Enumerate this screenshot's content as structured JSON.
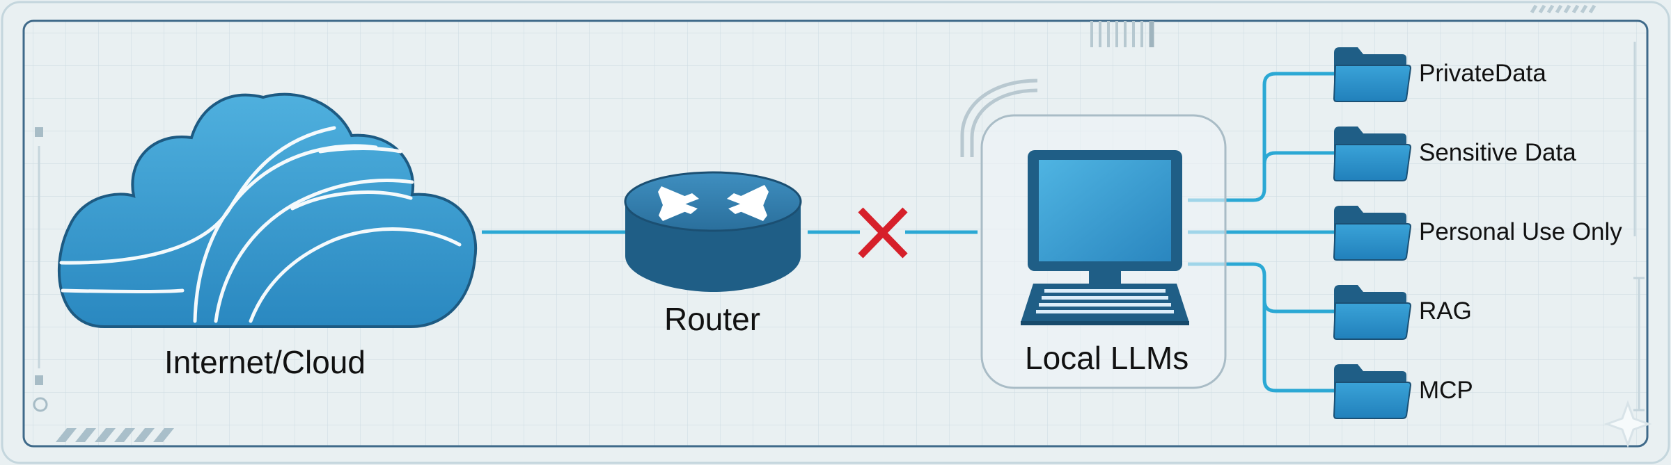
{
  "colors": {
    "background": "#e9f0f2",
    "frame": "#3f6a8a",
    "grid": "#cfdde3",
    "line": "#2ba8d4",
    "device_dark": "#1f5e86",
    "device_fill": "#2c8bc3",
    "blocked": "#d6202a"
  },
  "diagram": {
    "nodes": {
      "cloud": {
        "label": "Internet/Cloud",
        "icon": "cloud-icon"
      },
      "router": {
        "label": "Router",
        "icon": "router-icon"
      },
      "local": {
        "label": "Local LLMs",
        "icon": "computer-icon"
      }
    },
    "blocked_marker": {
      "icon": "red-x-icon"
    },
    "folders": [
      {
        "label": "PrivateData",
        "icon": "folder-icon"
      },
      {
        "label": "Sensitive Data",
        "icon": "folder-icon"
      },
      {
        "label": "Personal Use Only",
        "icon": "folder-icon"
      },
      {
        "label": "RAG",
        "icon": "folder-icon"
      },
      {
        "label": "MCP",
        "icon": "folder-icon"
      }
    ]
  }
}
